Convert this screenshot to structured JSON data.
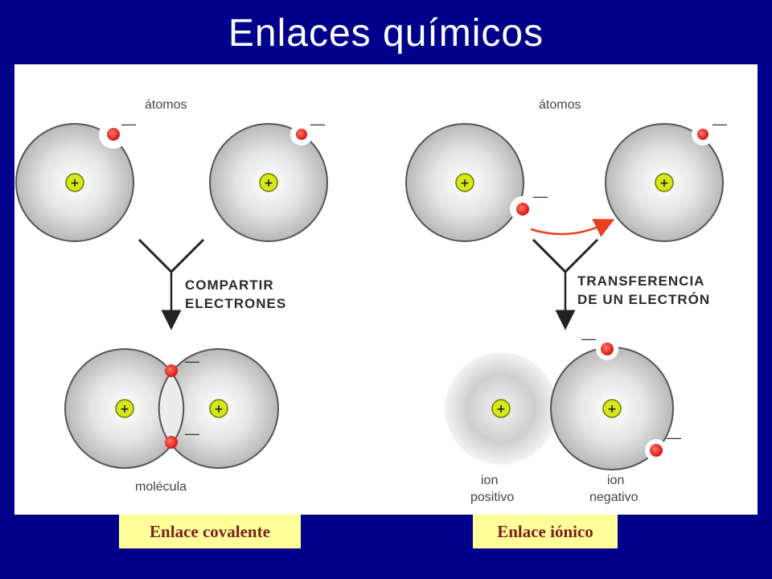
{
  "title": "Enlaces químicos",
  "covalent": {
    "atoms_label": "átomos",
    "process_line1": "COMPARTIR",
    "process_line2": "ELECTRONES",
    "result_label": "molécula",
    "caption": "Enlace covalente"
  },
  "ionic": {
    "atoms_label": "átomos",
    "process_line1": "TRANSFERENCIA",
    "process_line2": "DE UN ELECTRÓN",
    "positive_ion_line1": "ion",
    "positive_ion_line2": "positivo",
    "negative_ion_line1": "ion",
    "negative_ion_line2": "negativo",
    "caption": "Enlace iónico"
  },
  "symbols": {
    "electron_charge": "—",
    "nucleus_charge": "+"
  },
  "colors": {
    "background": "#00008b",
    "electron": "#e8201e",
    "nucleus": "#d7e81a",
    "caption_bg": "#ffff99",
    "caption_text": "#7a1f1f",
    "transfer_arrow": "#e8401e"
  }
}
